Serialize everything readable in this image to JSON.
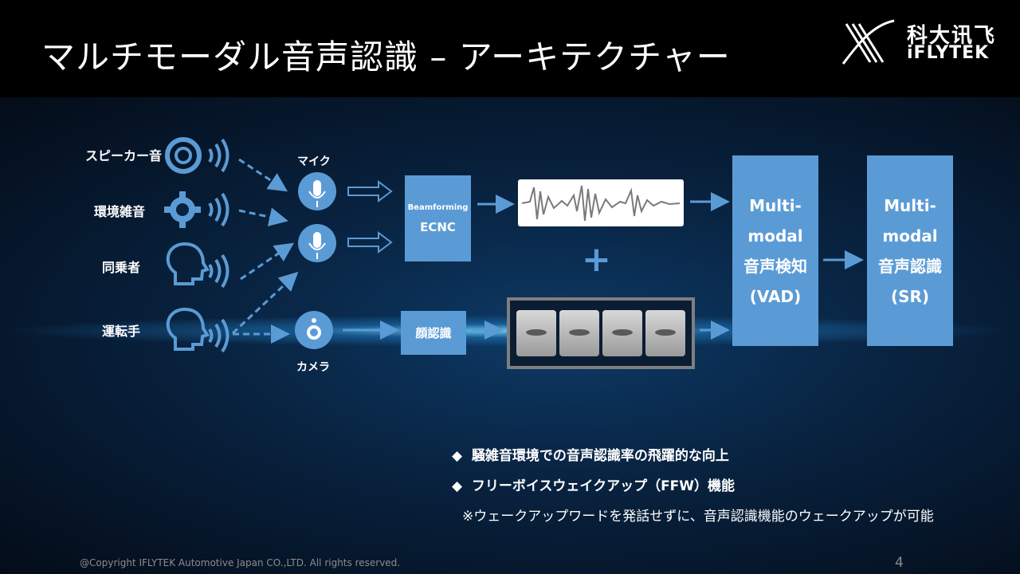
{
  "title": "マルチモーダル音声認識 – アーキテクチャー",
  "logo": {
    "cn": "科大讯飞",
    "en": "iFLYTEK"
  },
  "sources": [
    "スピーカー音",
    "環境雑音",
    "同乗者",
    "運転手"
  ],
  "devices": {
    "mic": "マイク",
    "camera": "カメラ"
  },
  "beamforming": {
    "line1": "Beamforming",
    "line2": "ECNC"
  },
  "face_recognition": "顔認識",
  "plus": "+",
  "vad": [
    "Multi-",
    "modal",
    "音声検知",
    "(VAD)"
  ],
  "sr": [
    "Multi-",
    "modal",
    "音声認識",
    "(SR)"
  ],
  "bullets": [
    "騒雑音環境での音声認識率の飛躍的な向上",
    "フリーボイスウェイクアップ（FFW）機能"
  ],
  "bullet_symbol": "◆",
  "note": "※ウェークアップワードを発話せずに、音声認識機能のウェークアップが可能",
  "footer": "@Copyright IFLYTEK Automotive Japan CO.,LTD. All rights reserved.",
  "page_number": "4",
  "colors": {
    "accent": "#5b9bd5",
    "header": "#000000"
  }
}
